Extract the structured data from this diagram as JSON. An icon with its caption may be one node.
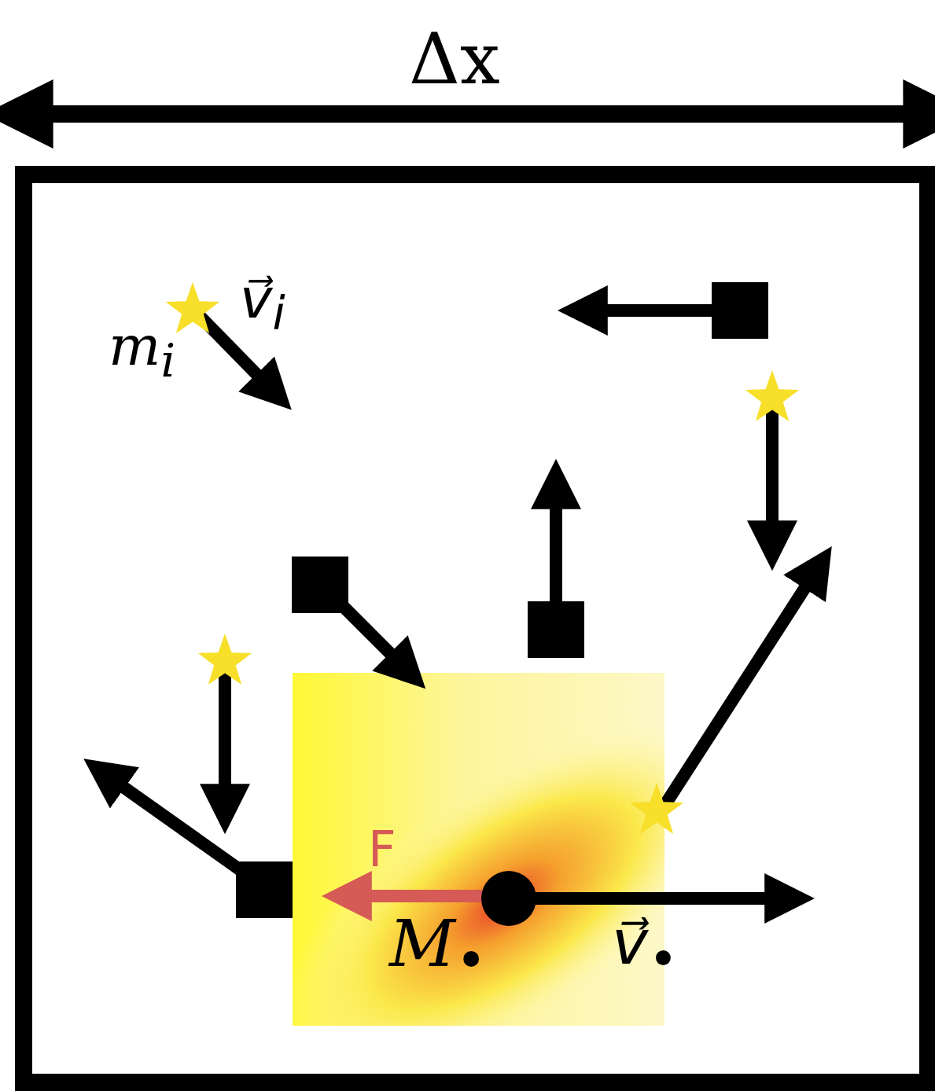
{
  "diagram": {
    "labels": [
      "Δx",
      "m$_{i}$",
      "v⃗$_{i}$",
      "F",
      "M$_{•}$",
      "v⃗$_{•}$"
    ]
  }
}
